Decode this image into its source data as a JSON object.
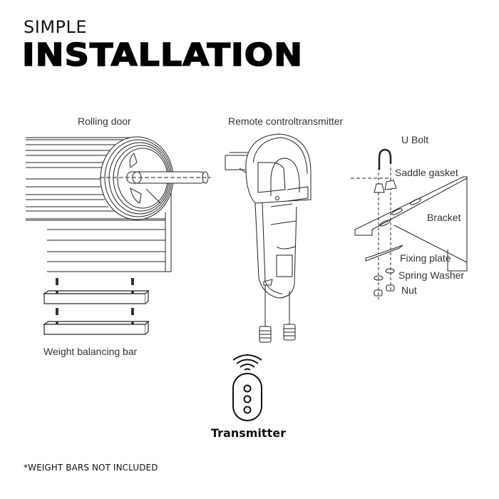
{
  "header": {
    "subtitle": "SIMPLE",
    "title": "INSTALLATION"
  },
  "diagram": {
    "rolling_door": {
      "label": "Rolling door",
      "weight_bar_label": "Weight balancing bar"
    },
    "motor": {
      "label": "Remote controltransmitter"
    },
    "bracket_assembly": {
      "labels": {
        "u_bolt": "U Bolt",
        "saddle_gasket": "Saddle gasket",
        "bracket": "Bracket",
        "fixing_plate": "Fixing plate",
        "spring_washer": "Spring Washer",
        "nut": "Nut"
      }
    },
    "transmitter": {
      "label": "Transmitter",
      "icon": "remote-control-icon",
      "signal_icon": "wireless-signal-icon",
      "button_count": 3
    }
  },
  "footer": {
    "note": "*WEIGHT BARS NOT INCLUDED"
  },
  "colors": {
    "background": "#ffffff",
    "text": "#111111",
    "line": "#222222",
    "label_text": "#333333"
  }
}
